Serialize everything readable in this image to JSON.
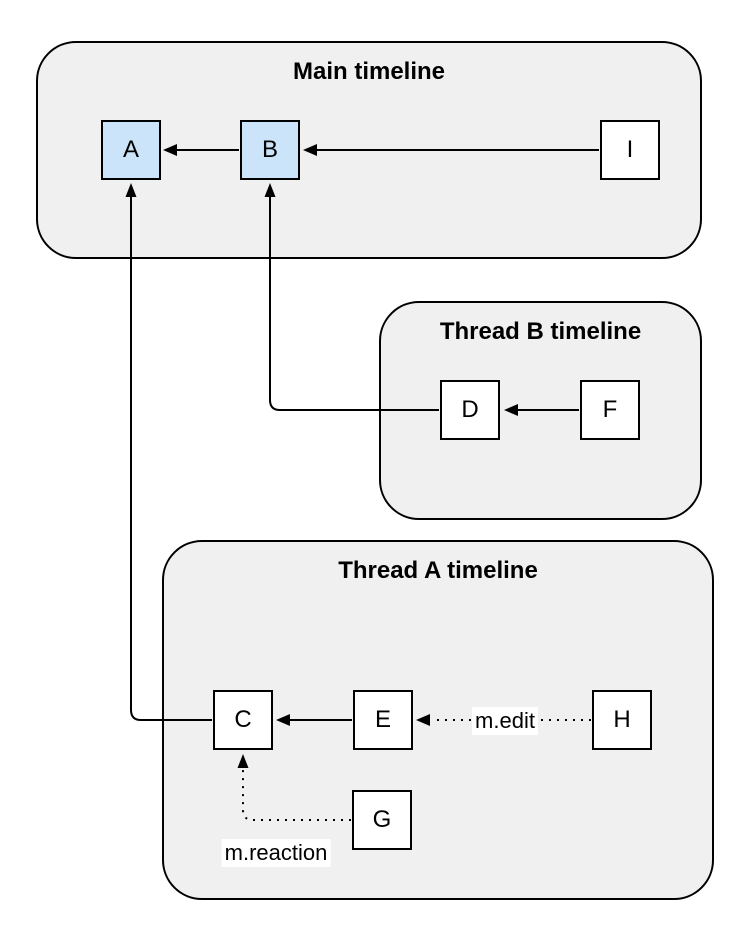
{
  "groups": {
    "main": {
      "title": "Main timeline"
    },
    "threadB": {
      "title": "Thread B timeline"
    },
    "threadA": {
      "title": "Thread A timeline"
    }
  },
  "nodes": {
    "A": {
      "label": "A",
      "group": "Main timeline",
      "highlighted": true
    },
    "B": {
      "label": "B",
      "group": "Main timeline",
      "highlighted": true
    },
    "I": {
      "label": "I",
      "group": "Main timeline",
      "highlighted": false
    },
    "D": {
      "label": "D",
      "group": "Thread B timeline",
      "highlighted": false
    },
    "F": {
      "label": "F",
      "group": "Thread B timeline",
      "highlighted": false
    },
    "C": {
      "label": "C",
      "group": "Thread A timeline",
      "highlighted": false
    },
    "E": {
      "label": "E",
      "group": "Thread A timeline",
      "highlighted": false
    },
    "H": {
      "label": "H",
      "group": "Thread A timeline",
      "highlighted": false
    },
    "G": {
      "label": "G",
      "group": "Thread A timeline",
      "highlighted": false
    }
  },
  "edges": [
    {
      "from": "B",
      "to": "A",
      "style": "solid",
      "label": ""
    },
    {
      "from": "I",
      "to": "B",
      "style": "solid",
      "label": ""
    },
    {
      "from": "F",
      "to": "D",
      "style": "solid",
      "label": ""
    },
    {
      "from": "D",
      "to": "B",
      "style": "solid",
      "label": ""
    },
    {
      "from": "E",
      "to": "C",
      "style": "solid",
      "label": ""
    },
    {
      "from": "C",
      "to": "A",
      "style": "solid",
      "label": ""
    },
    {
      "from": "H",
      "to": "E",
      "style": "dotted",
      "label": "m.edit"
    },
    {
      "from": "G",
      "to": "C",
      "style": "dotted",
      "label": "m.reaction"
    }
  ],
  "edge_labels": {
    "h_to_e": "m.edit",
    "g_to_c": "m.reaction"
  },
  "colors": {
    "group_fill": "#f0f0f0",
    "group_border": "#000000",
    "node_fill_highlight": "#cce4f9",
    "node_fill_default": "#ffffff",
    "node_border": "#000000",
    "edge_stroke": "#000000",
    "page_background": "#ffffff"
  }
}
